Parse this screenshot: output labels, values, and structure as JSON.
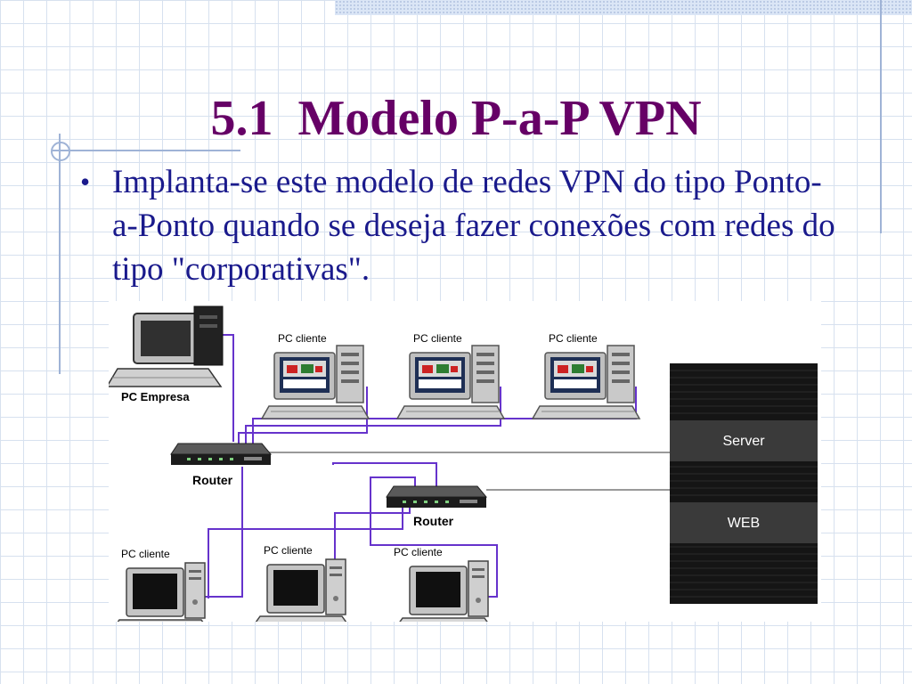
{
  "slide": {
    "title": "5.1  Modelo P-a-P VPN",
    "bullets": [
      {
        "text": "Implanta-se este modelo de redes VPN do tipo Ponto-a-Ponto quando se deseja fazer conexões com redes do tipo \"corporativas\"."
      }
    ],
    "colors": {
      "title": "#660066",
      "body": "#1a1a8c",
      "grid": "#d7e1ef"
    }
  },
  "diagram": {
    "labels": {
      "pc_empresa": "PC Empresa",
      "router_1": "Router",
      "router_2": "Router",
      "pc_top_1": "PC cliente",
      "pc_top_2": "PC cliente",
      "pc_top_3": "PC cliente",
      "pc_bottom_1": "PC cliente",
      "pc_bottom_2": "PC cliente",
      "pc_bottom_3": "PC cliente",
      "server_label": "Server",
      "web_label": "WEB"
    },
    "icons": [
      "desktop-computer-icon",
      "router-icon",
      "server-rack-icon"
    ],
    "link_color": "#6633cc"
  }
}
